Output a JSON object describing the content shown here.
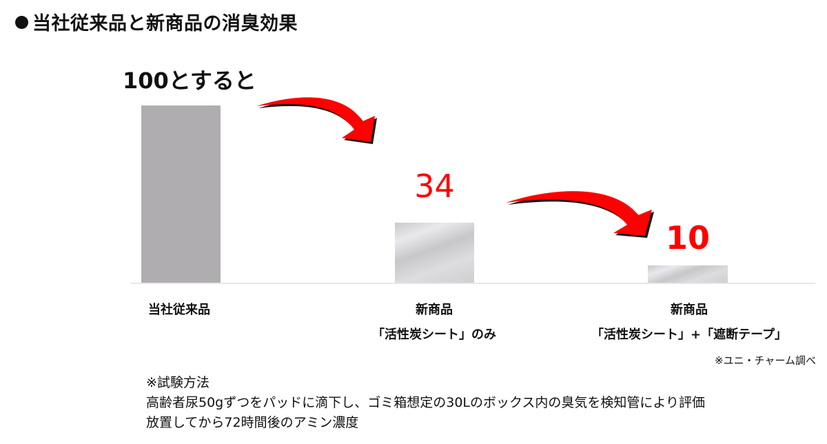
{
  "title": "当社従来品と新商品の消臭効果",
  "baseline_note": "100とすると",
  "categories": [
    {
      "line1": "当社従来品",
      "line2": ""
    },
    {
      "line1": "新商品",
      "line2": "「活性炭シート」のみ"
    },
    {
      "line1": "新商品",
      "line2": "「活性炭シート」+「遮断テープ」"
    }
  ],
  "value_labels": {
    "bar2": "34",
    "bar3": "10"
  },
  "source": "※ユニ・チャーム調べ",
  "method": {
    "heading": "※試験方法",
    "line1": "高齢者尿50gずつをパッドに滴下し、ゴミ箱想定の30Lのボックス内の臭気を検知管により評価",
    "line2": "放置してから72時間後のアミン濃度"
  },
  "colors": {
    "accent": "#ff0000",
    "bar_conventional": "#afadb0",
    "bar_new": "#d8d8da",
    "text": "#111111"
  },
  "chart_data": {
    "type": "bar",
    "title": "当社従来品と新商品の消臭効果",
    "subtitle": "100とすると",
    "categories": [
      "当社従来品",
      "新商品「活性炭シート」のみ",
      "新商品「活性炭シート」+「遮断テープ」"
    ],
    "values": [
      100,
      34,
      10
    ],
    "data_labels": [
      "",
      "34",
      "10"
    ],
    "xlabel": "",
    "ylabel": "",
    "ylim": [
      0,
      100
    ],
    "grid": false,
    "legend": null,
    "annotations": [
      "100とすると",
      "※ユニ・チャーム調べ",
      "reduction arrows from bar 1 to bar 2 and from bar 2 to bar 3"
    ]
  }
}
